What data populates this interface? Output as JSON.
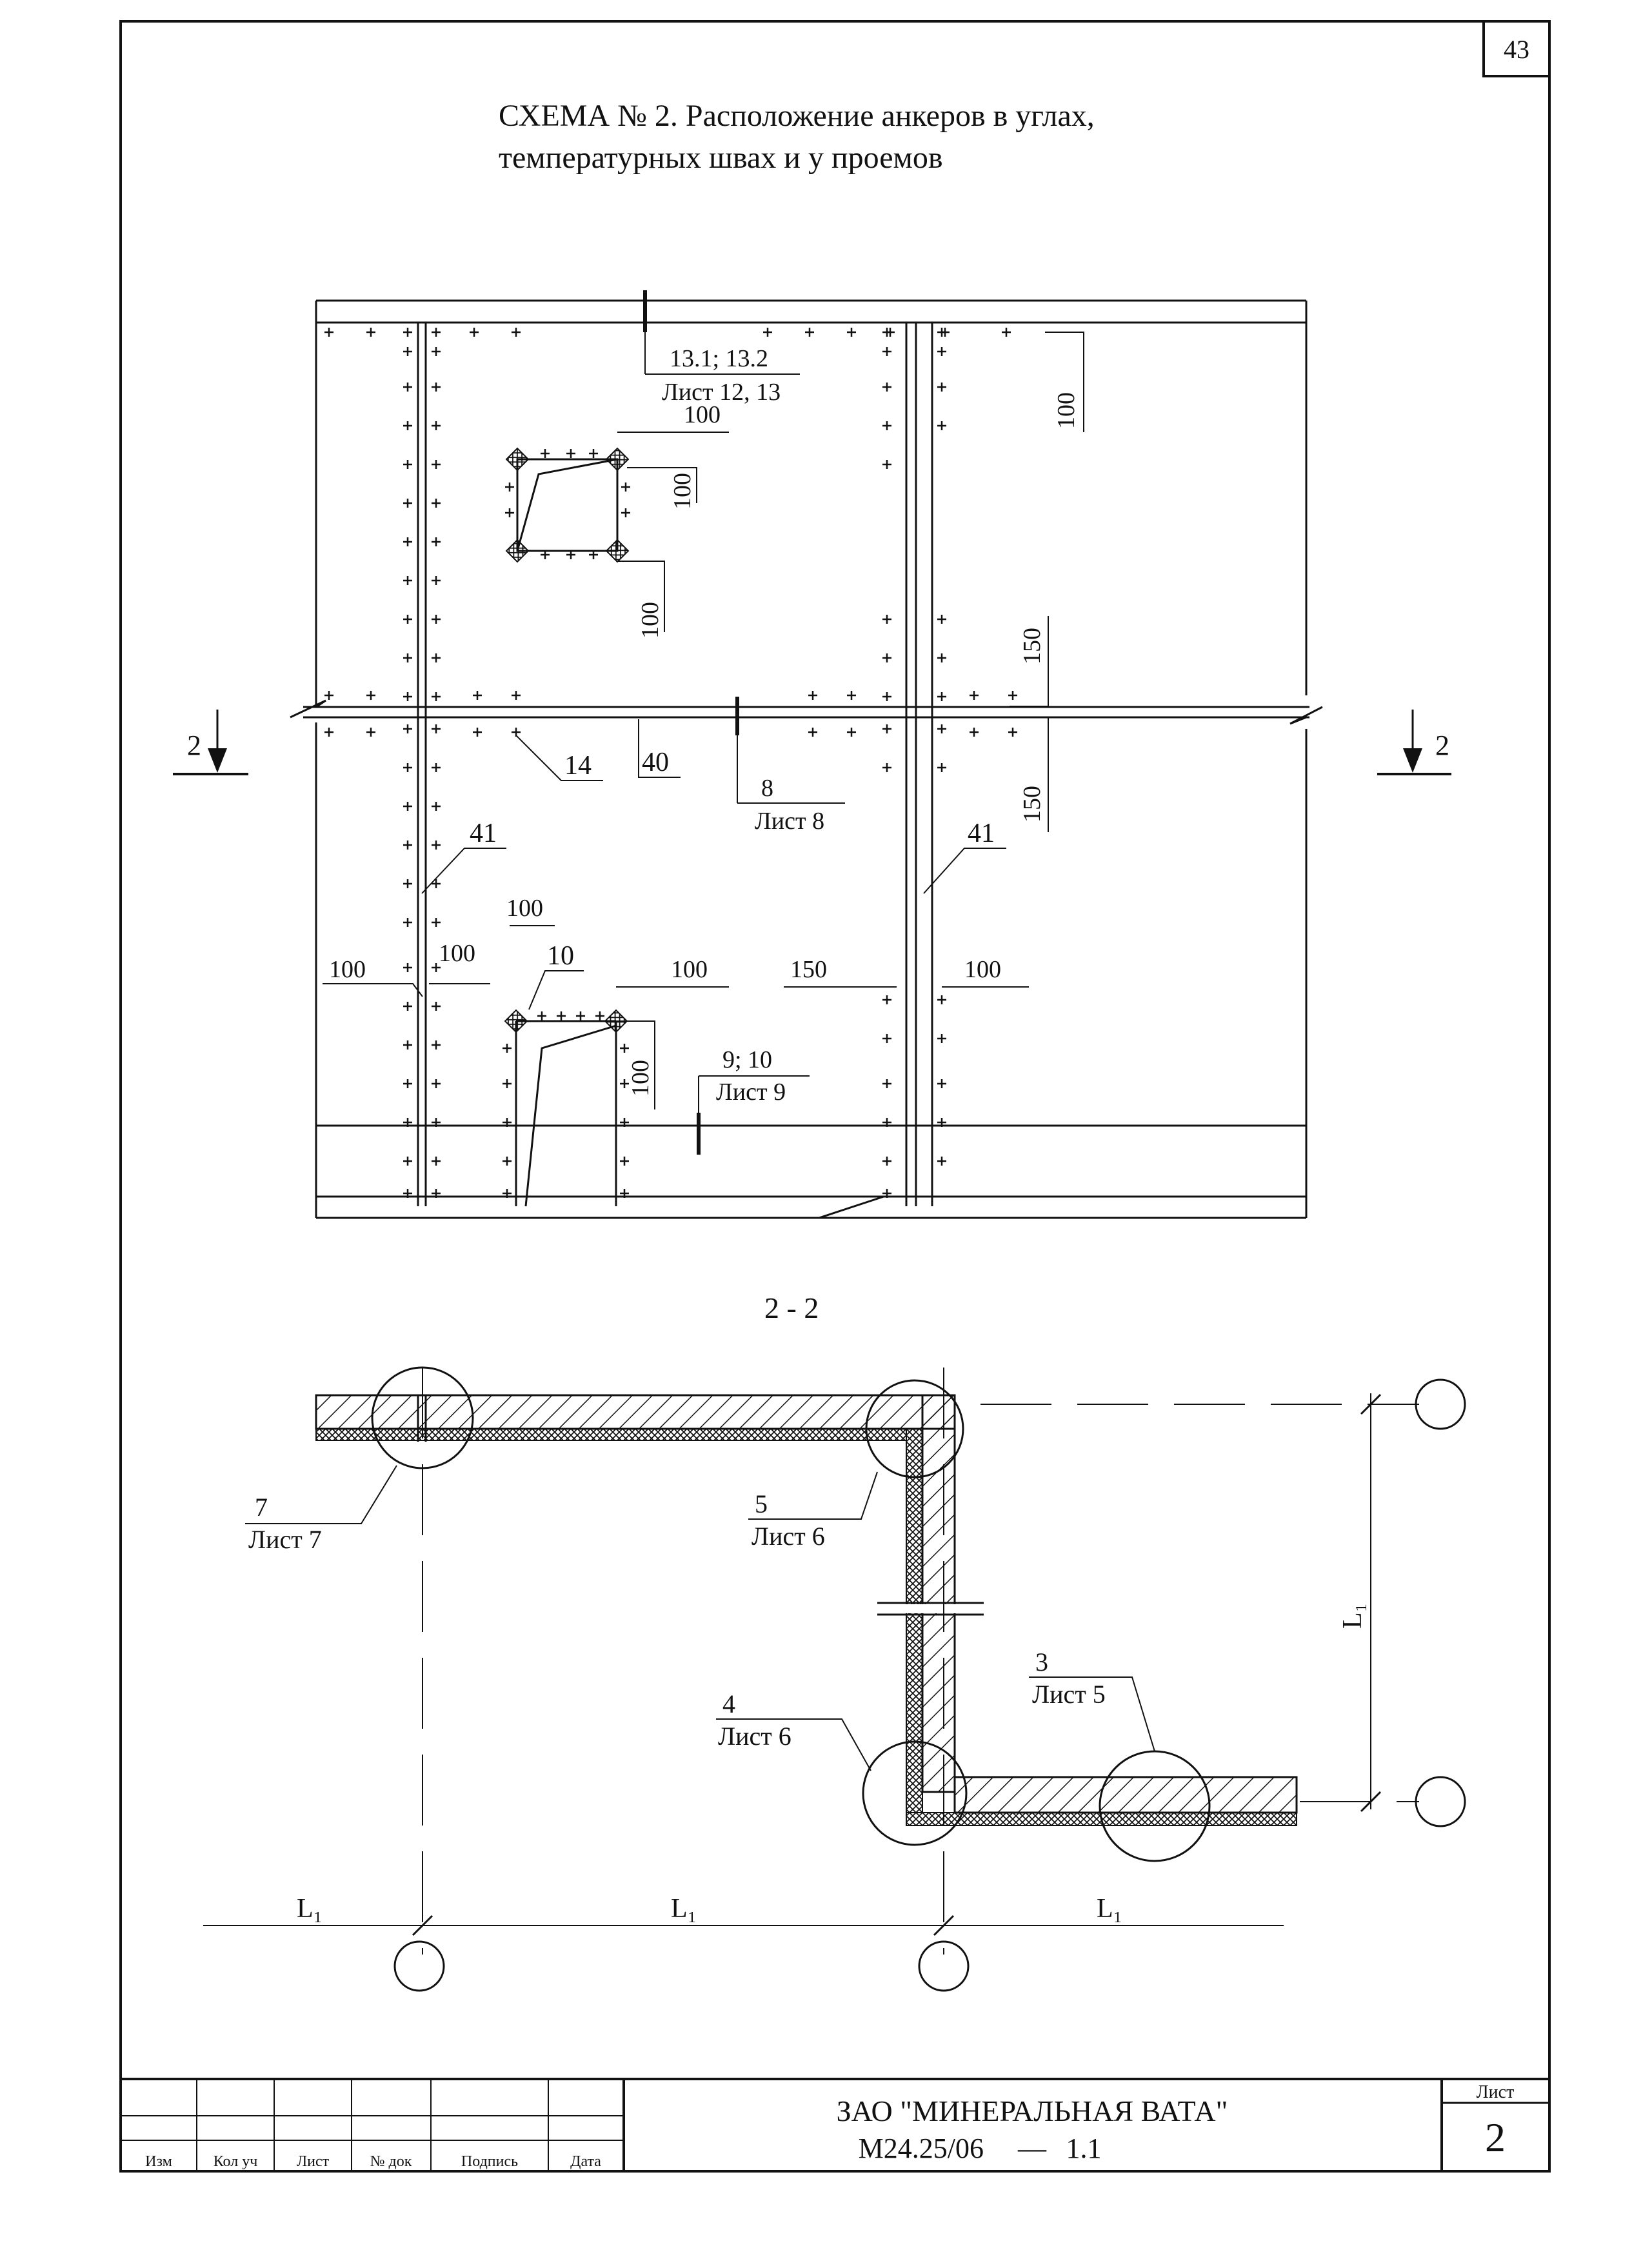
{
  "page_number": "43",
  "title_line1": "СХЕМА № 2. Расположение анкеров в углах,",
  "title_line2": "температурных швах и у проемов",
  "elevation": {
    "callout_top": {
      "line1": "13.1; 13.2",
      "line2": "Лист 12, 13"
    },
    "callout_mid": {
      "line1": "8",
      "line2": "Лист 8"
    },
    "callout_low": {
      "line1": "9; 10",
      "line2": "Лист 9"
    },
    "section_mark": "2",
    "leader_14": "14",
    "leader_40": "40",
    "leader_41": "41",
    "leader_10": "10",
    "dims": {
      "d100": "100",
      "d150": "150"
    }
  },
  "section": {
    "title": "2 - 2",
    "callout_7": {
      "line1": "7",
      "line2": "Лист 7"
    },
    "callout_5": {
      "line1": "5",
      "line2": "Лист 6"
    },
    "callout_4": {
      "line1": "4",
      "line2": "Лист 6"
    },
    "callout_3": {
      "line1": "3",
      "line2": "Лист 5"
    },
    "span_label": "L₁"
  },
  "title_block": {
    "cols": [
      "Изм",
      "Кол уч",
      "Лист",
      "№ док",
      "Подпись",
      "Дата"
    ],
    "company": "ЗАО \"МИНЕРАЛЬНАЯ ВАТА\"",
    "doc_code": "М24.25/06",
    "dash": "—",
    "doc_sub": "1.1",
    "sheet_label": "Лист",
    "sheet_num": "2"
  }
}
